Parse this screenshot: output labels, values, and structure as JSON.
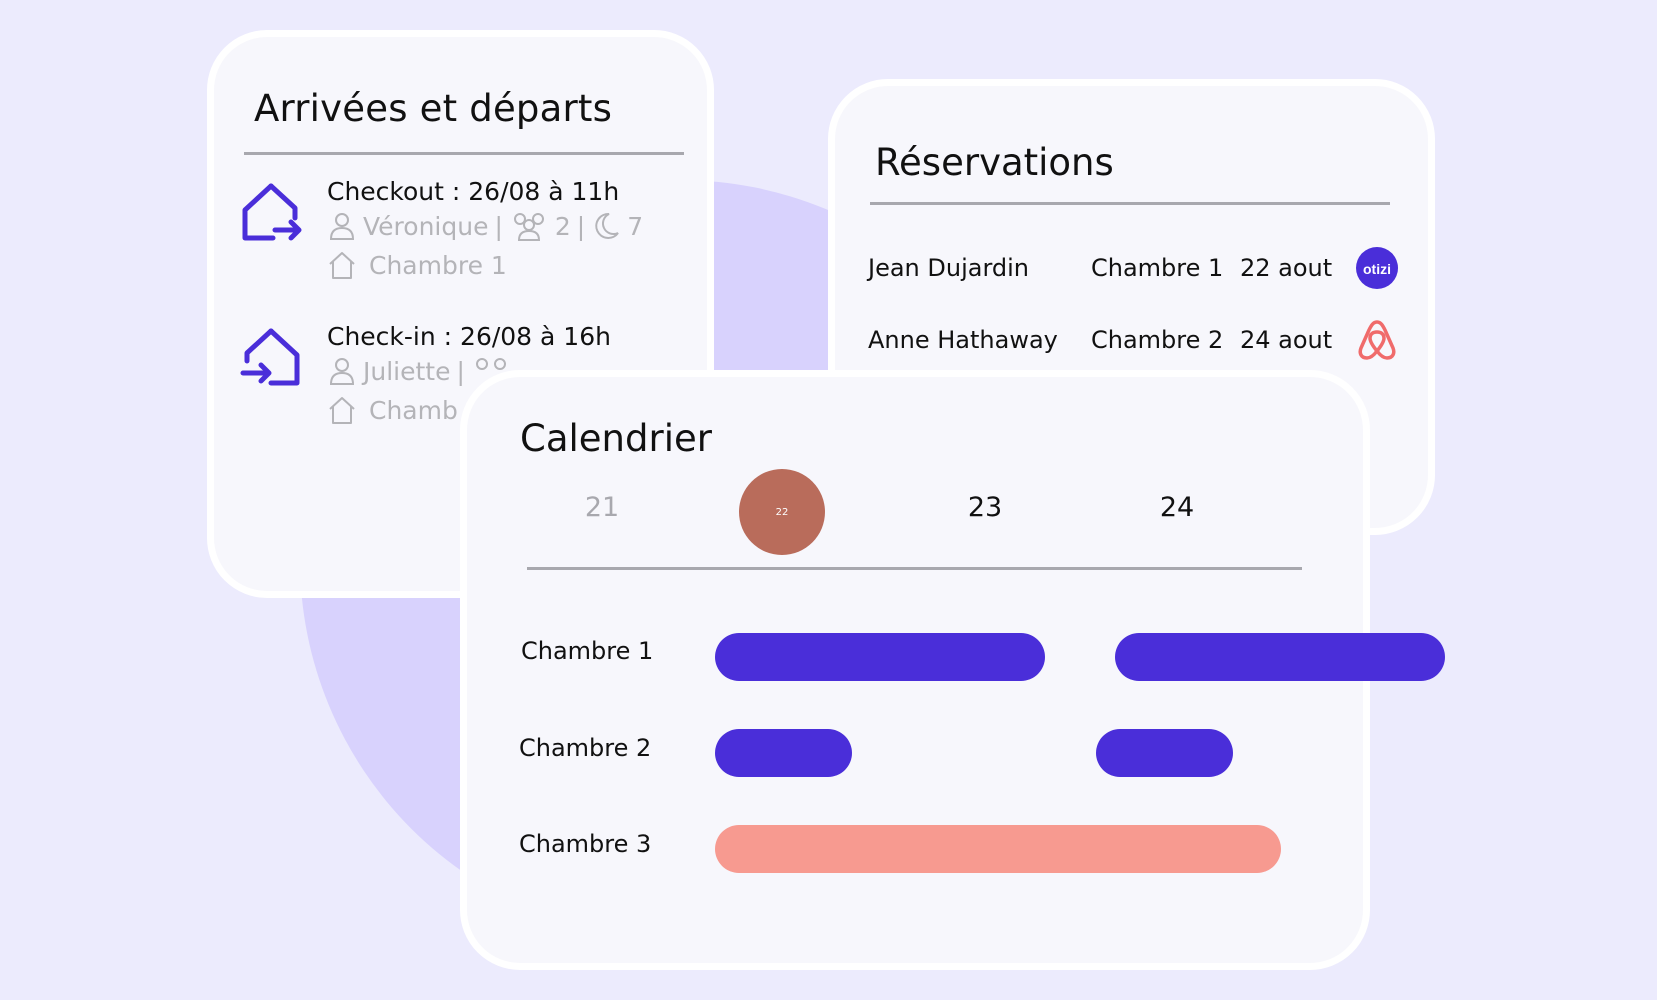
{
  "arrivals": {
    "title": "Arrivées et départs",
    "events": [
      {
        "kind_icon": "house-exit-icon",
        "headline": "Checkout : 26/08 à 11h",
        "guest": "Véronique",
        "guests_count": "2",
        "nights": "7",
        "room": "Chambre 1"
      },
      {
        "kind_icon": "house-enter-icon",
        "headline": "Check-in : 26/08 à 16h",
        "guest": "Juliette",
        "room": "Chamb"
      }
    ],
    "separator": "|"
  },
  "reservations": {
    "title": "Réservations",
    "rows": [
      {
        "name": "Jean Dujardin",
        "room": "Chambre 1",
        "date": "22 aout",
        "source_icon": "otizi-logo-icon"
      },
      {
        "name": "Anne Hathaway",
        "room": "Chambre 2",
        "date": "24 aout",
        "source_icon": "airbnb-logo-icon"
      }
    ]
  },
  "calendar": {
    "title": "Calendrier",
    "days": [
      "21",
      "22",
      "23",
      "24"
    ],
    "today": "22",
    "rooms": [
      "Chambre 1",
      "Chambre 2",
      "Chambre 3"
    ],
    "colors": {
      "booking": "#4a2ed9",
      "highlight": "#f79a90",
      "today": "#b96c5b"
    }
  },
  "logo_text": "otizi"
}
